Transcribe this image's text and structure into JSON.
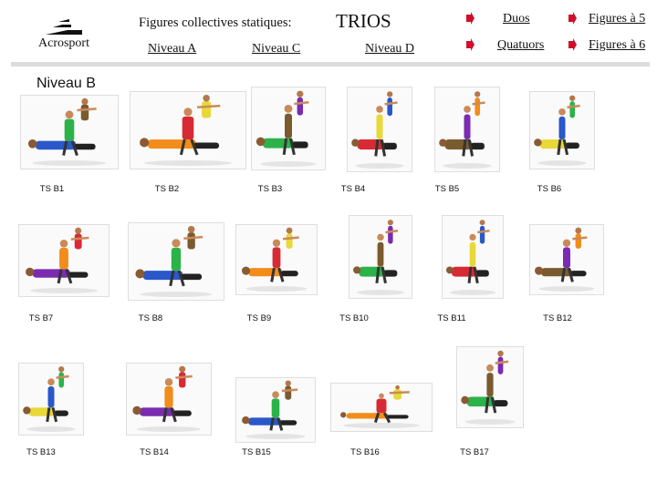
{
  "header": {
    "logo_label": "Acrosport",
    "title_prefix": "Figures collectives statiques:",
    "title_main": "TRIOS"
  },
  "nav": {
    "niveau_a": "Niveau A",
    "niveau_c": "Niveau C",
    "niveau_d": "Niveau D",
    "duos": "Duos",
    "figures5": "Figures à 5",
    "quatuors": "Quatuors",
    "figures6": "Figures à 6"
  },
  "section": {
    "heading": "Niveau B"
  },
  "figures": [
    "TS B1",
    "TS B2",
    "TS B3",
    "TS B4",
    "TS B5",
    "TS B6",
    "TS B7",
    "TS B8",
    "TS B9",
    "TS B10",
    "TS B11",
    "TS B12",
    "TS B13",
    "TS B14",
    "TS B15",
    "TS B16",
    "TS B17"
  ],
  "colors": {
    "accent_arrow": "#d0102a",
    "divider": "#dcdcdc"
  }
}
